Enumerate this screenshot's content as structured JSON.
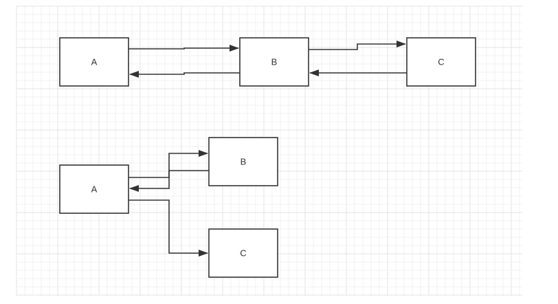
{
  "diagrams": [
    {
      "nodes": {
        "a": {
          "label": "A"
        },
        "b": {
          "label": "B"
        },
        "c": {
          "label": "C"
        }
      }
    },
    {
      "nodes": {
        "a": {
          "label": "A"
        },
        "b": {
          "label": "B"
        },
        "c": {
          "label": "C"
        }
      }
    }
  ],
  "colors": {
    "background": "#ffffff",
    "grid_minor": "#f0f0f0",
    "grid_major": "#e3e3e3",
    "stroke": "#333333",
    "label": "#333333"
  }
}
